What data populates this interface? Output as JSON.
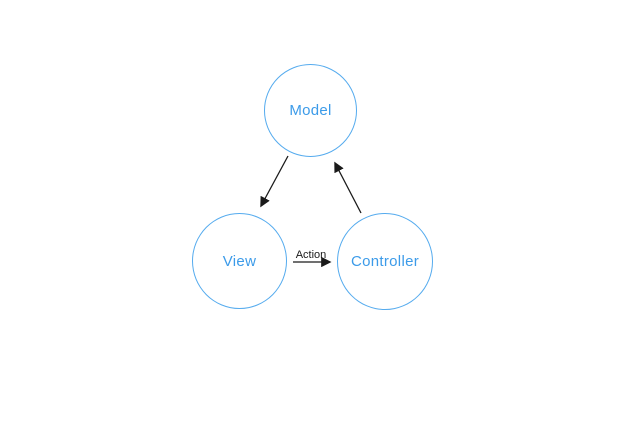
{
  "diagram": {
    "type": "flow-diagram",
    "nodes": [
      {
        "id": "model",
        "label": "Model"
      },
      {
        "id": "view",
        "label": "View"
      },
      {
        "id": "controller",
        "label": "Controller"
      }
    ],
    "edges": [
      {
        "from": "model",
        "to": "view",
        "label": ""
      },
      {
        "from": "controller",
        "to": "model",
        "label": ""
      },
      {
        "from": "view",
        "to": "controller",
        "label": "Action"
      }
    ],
    "colors": {
      "node_stroke": "#55abee",
      "node_label": "#3c9be9",
      "arrow": "#1a1a1a",
      "canvas_bg": "#ffffff"
    }
  }
}
